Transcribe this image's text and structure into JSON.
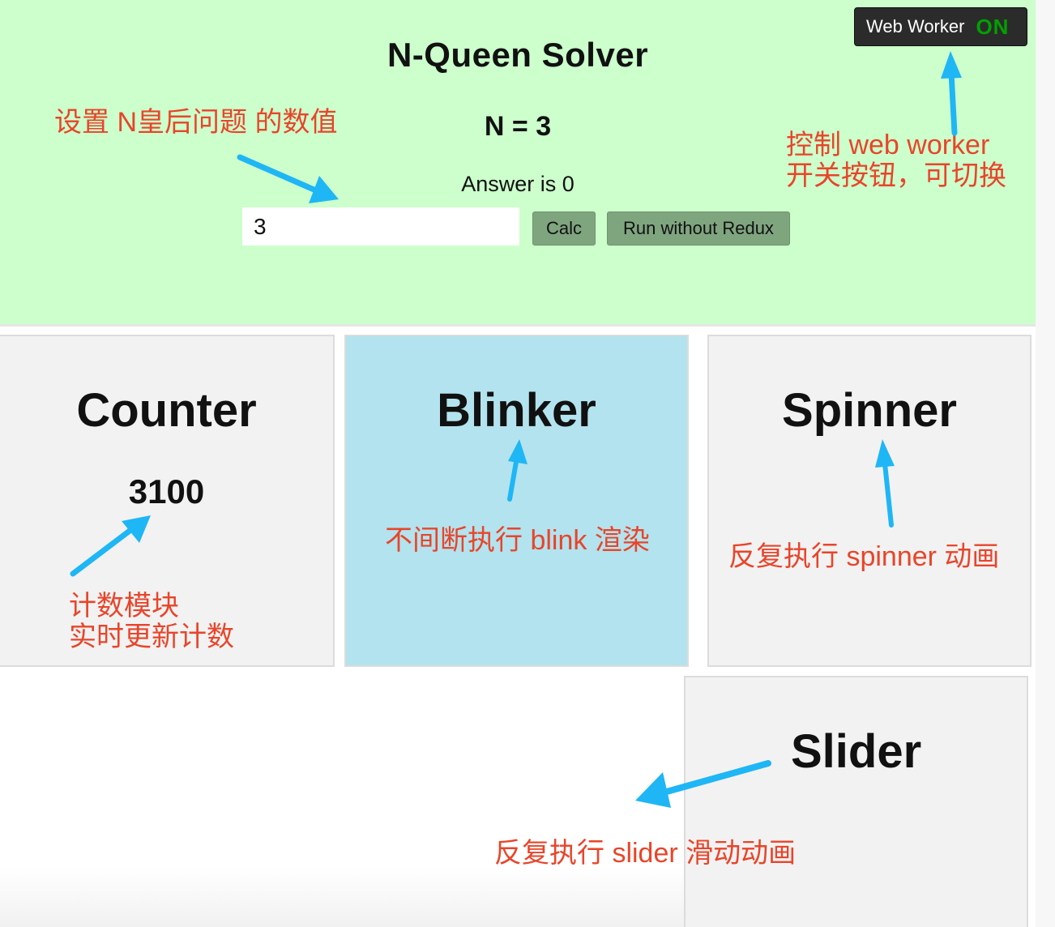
{
  "solver": {
    "title": "N-Queen Solver",
    "n_label": "N = 3",
    "answer_label": "Answer is 0",
    "input_value": "3",
    "calc_label": "Calc",
    "run_without_redux_label": "Run without Redux",
    "background": "#ccffcc"
  },
  "web_worker_toggle": {
    "label": "Web Worker",
    "state": "ON",
    "state_color": "#00a000"
  },
  "cards": {
    "counter": {
      "title": "Counter",
      "value": "3100"
    },
    "blinker": {
      "title": "Blinker",
      "background": "#b3e3ee"
    },
    "spinner": {
      "title": "Spinner"
    },
    "slider": {
      "title": "Slider"
    }
  },
  "annotations": {
    "color": "#e8452a",
    "arrow_color": "#1fb6f5",
    "n_setting": "设置 N皇后问题 的数值",
    "web_worker_line1": "控制 web worker",
    "web_worker_line2": "开关按钮，可切换",
    "counter_line1": "计数模块",
    "counter_line2": "实时更新计数",
    "blinker": "不间断执行 blink 渲染",
    "spinner": "反复执行 spinner 动画",
    "slider": "反复执行 slider 滑动动画"
  }
}
